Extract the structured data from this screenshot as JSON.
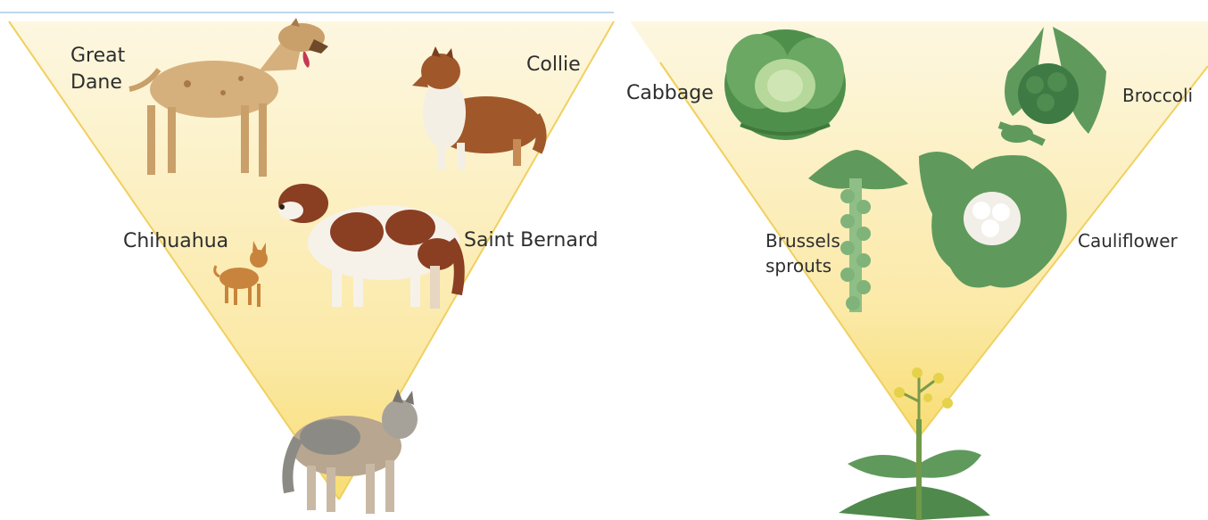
{
  "dog_panel": {
    "labels": {
      "great_dane": [
        "Great",
        "Dane"
      ],
      "collie": "Collie",
      "chihuahua": "Chihuahua",
      "saint_bernard": "Saint Bernard"
    }
  },
  "plant_panel": {
    "labels": {
      "cabbage": "Cabbage",
      "broccoli": "Broccoli",
      "brussels_sprouts": [
        "Brussels",
        "sprouts"
      ],
      "cauliflower": "Cauliflower"
    }
  },
  "colors": {
    "triangle_top": "#fdf6dc",
    "triangle_bottom": "#f9e07a",
    "triangle_edge": "#f0d060",
    "top_rule": "#a8c8e6",
    "dog_tan": "#c9a06a",
    "collie_brown": "#a0582a",
    "saint_bernard_brown": "#8a3e22",
    "wolf_gray": "#8c8a84",
    "leaf_green": "#5f9a5c",
    "cauliflower_white": "#f2efe8",
    "mustard_yellow": "#e6d24a"
  }
}
